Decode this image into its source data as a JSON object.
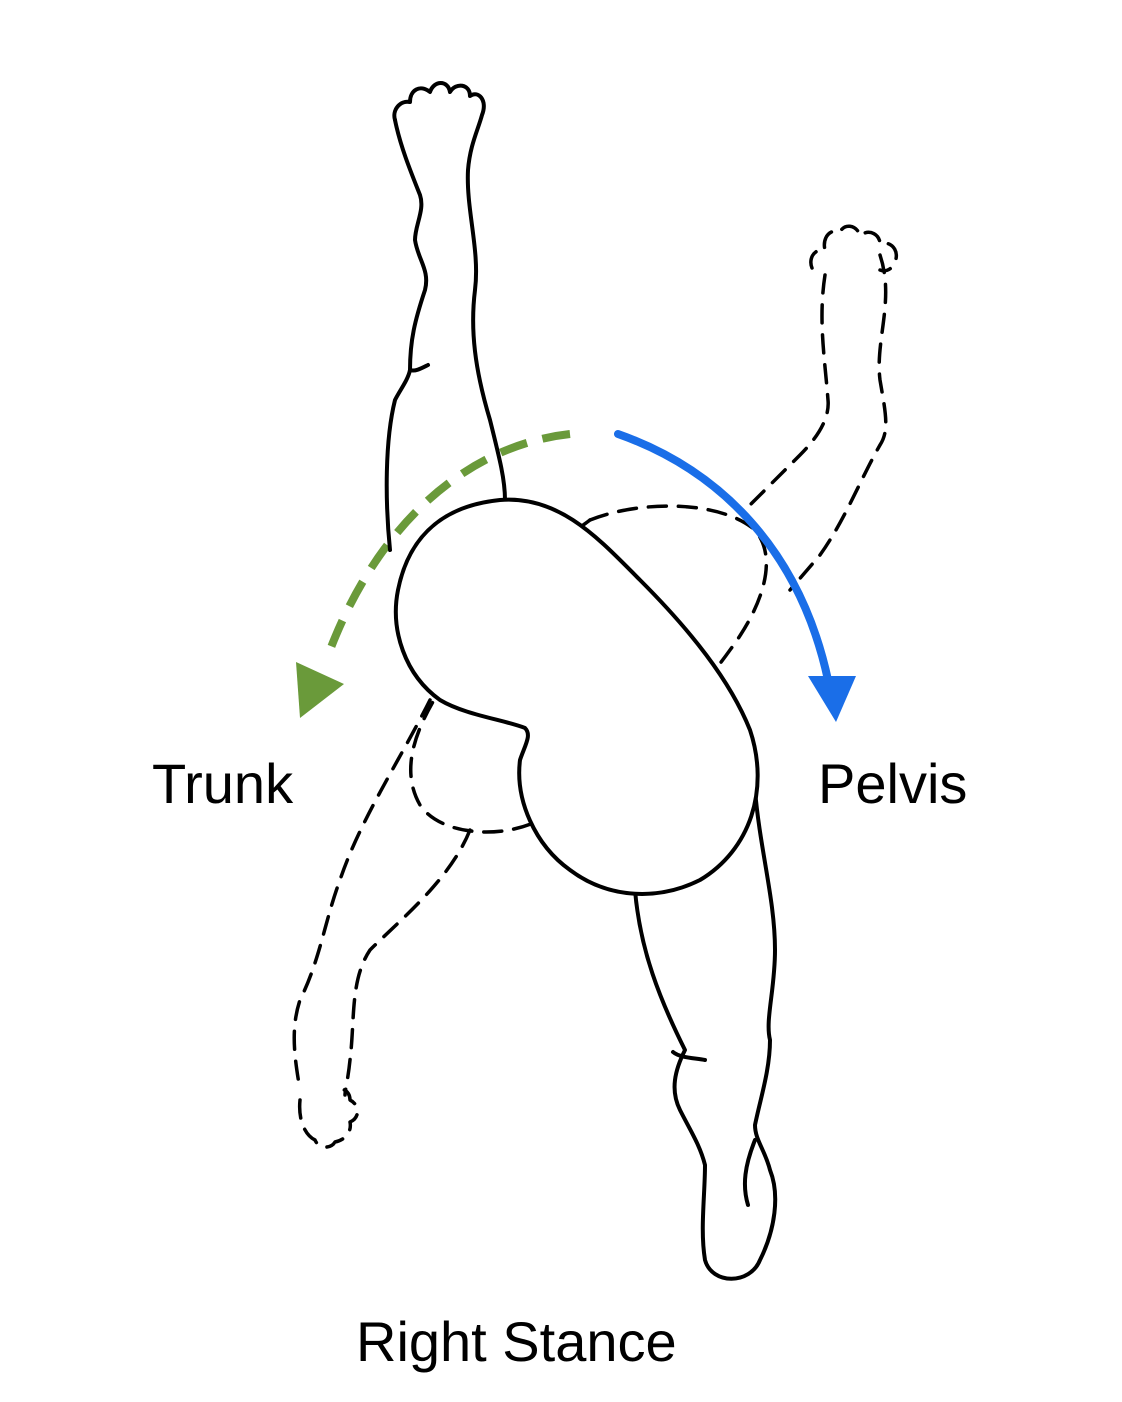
{
  "labels": {
    "trunk": "Trunk",
    "pelvis": "Pelvis",
    "stance": "Right Stance"
  },
  "colors": {
    "trunk_arrow": "#6a9a3a",
    "pelvis_arrow": "#1a6ee8",
    "outline": "#000000",
    "background": "#ffffff"
  }
}
